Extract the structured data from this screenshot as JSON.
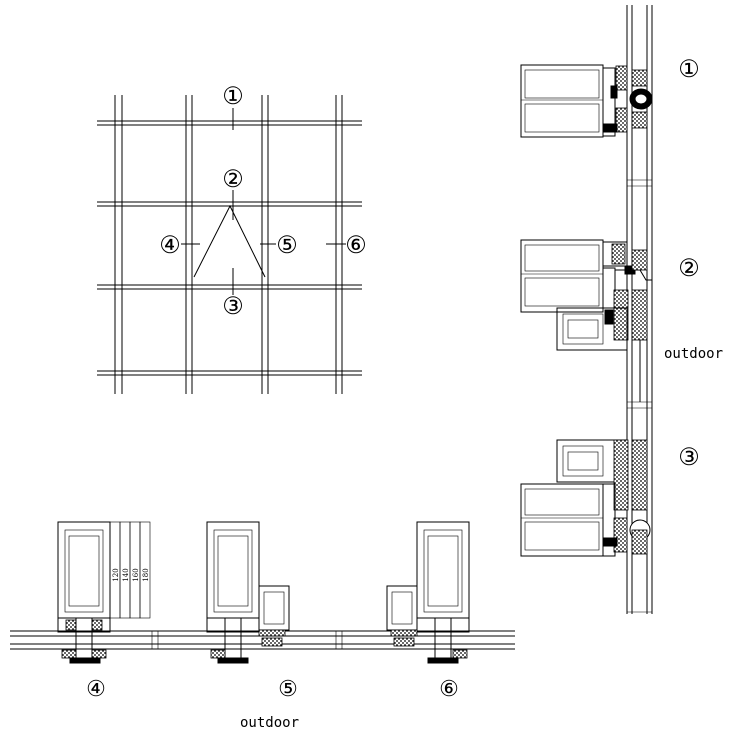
{
  "markers": {
    "m1": "①",
    "m2": "②",
    "m3": "③",
    "m4": "④",
    "m5": "⑤",
    "m6": "⑥"
  },
  "labels": {
    "outdoor_right": "outdoor",
    "outdoor_bottom": "outdoor"
  },
  "dimensions": [
    "120",
    "140",
    "160",
    "180"
  ]
}
